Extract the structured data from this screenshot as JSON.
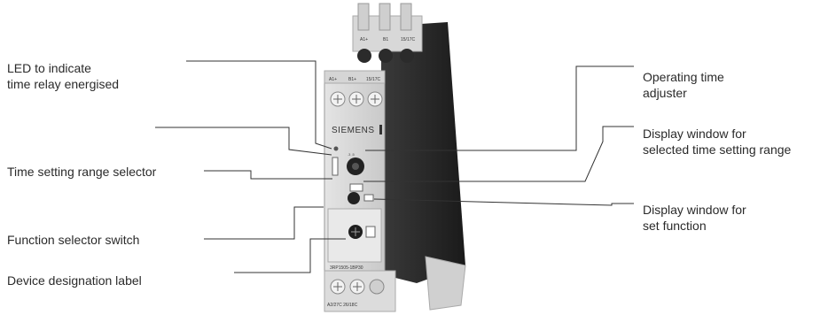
{
  "labels": {
    "led": [
      "LED to indicate",
      "time relay energised"
    ],
    "time_range_selector": "Time setting range selector",
    "function_selector": "Function selector switch",
    "designation_label": "Device designation label",
    "operating_time_adjuster": [
      "Operating time",
      "adjuster"
    ],
    "display_time_range": [
      "Display window for",
      "selected time setting range"
    ],
    "display_function": [
      "Display window for",
      "set function"
    ]
  },
  "device": {
    "brand": "SIEMENS",
    "top_terminals": [
      "A1+",
      "B1",
      "15/17C"
    ],
    "upper_terminals": [
      "A1+",
      "B1+",
      "15/17C"
    ],
    "model_text": "3RP1505-1BP30",
    "bottom_text": "A2/27C 26/18C"
  }
}
